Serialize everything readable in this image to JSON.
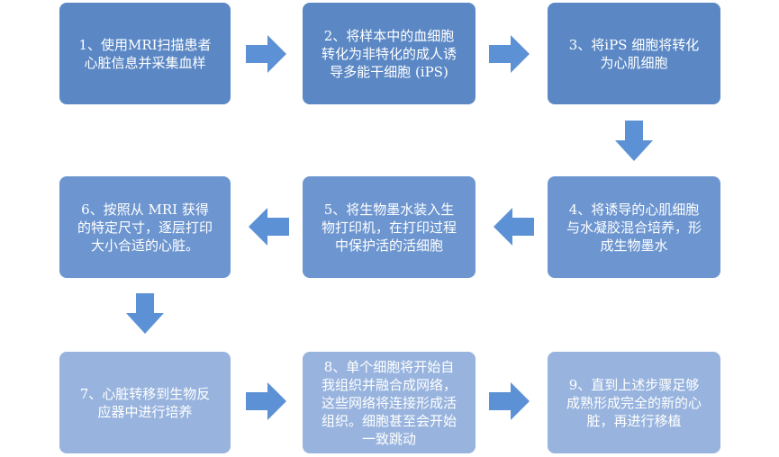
{
  "colors": {
    "row1": "#5b88c5",
    "row2": "#6d96d0",
    "row3": "#98b4de",
    "arrow": "#5c91d5"
  },
  "steps": [
    {
      "text": "1、使用MRI扫描患者心脏信息并采集血样"
    },
    {
      "text": "2、将样本中的血细胞转化为非特化的成人诱导多能干细胞 (iPS)"
    },
    {
      "text": "3、将iPS 细胞将转化为心肌细胞"
    },
    {
      "text": "4、将诱导的心肌细胞与水凝胶混合培养，形成生物墨水"
    },
    {
      "text": "5、将生物墨水装入生物打印机，在打印过程中保护活的活细胞"
    },
    {
      "text": "6、按照从 MRI 获得的特定尺寸，逐层打印大小合适的心脏。"
    },
    {
      "text": "7、心脏转移到生物反应器中进行培养"
    },
    {
      "text": "8、单个细胞将开始自我组织并融合成网络，这些网络将连接形成活组织。细胞甚至会开始一致跳动"
    },
    {
      "text": "9、直到上述步骤足够成熟形成完全的新的心脏，再进行移植"
    }
  ],
  "arrow_icons": [
    "arrow-right-icon",
    "arrow-down-icon",
    "arrow-left-icon"
  ]
}
